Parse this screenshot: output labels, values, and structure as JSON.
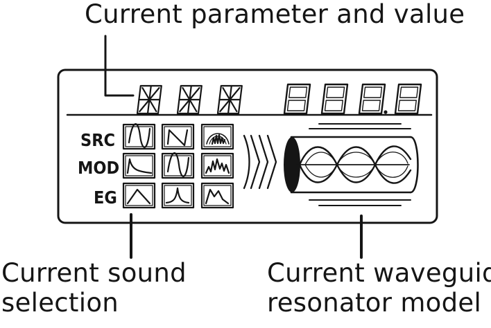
{
  "callouts": {
    "parameter": "Current parameter and value",
    "sound_line1": "Current sound",
    "sound_line2": "selection",
    "resonator_line1": "Current waveguide",
    "resonator_line2": "resonator model"
  },
  "rows": [
    {
      "label": "SRC",
      "icons": [
        "sine-wave-icon",
        "sawtooth-wave-icon",
        "noise-burst-icon"
      ]
    },
    {
      "label": "MOD",
      "icons": [
        "decay-envelope-icon",
        "sine-wave-icon",
        "noise-wave-icon"
      ]
    },
    {
      "label": "EG",
      "icons": [
        "attack-decay-envelope-icon",
        "sharp-peak-envelope-icon",
        "double-peak-envelope-icon"
      ]
    }
  ],
  "display": {
    "alpha_chars": 3,
    "numeric_digits": 4
  },
  "colors": {
    "ink": "#151515",
    "background": "#ffffff"
  }
}
